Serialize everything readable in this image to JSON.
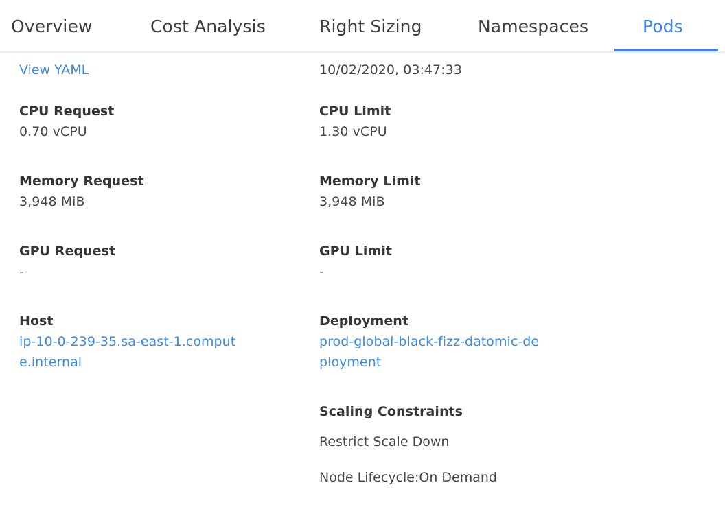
{
  "tabs": [
    {
      "label": "Overview",
      "active": false
    },
    {
      "label": "Cost Analysis",
      "active": false
    },
    {
      "label": "Right Sizing",
      "active": false
    },
    {
      "label": "Namespaces",
      "active": false
    },
    {
      "label": "Pods",
      "active": true
    }
  ],
  "colors": {
    "accent": "#3b82ef",
    "link": "#3f8ae0",
    "label_text": "#35383b",
    "value_text": "#45484b",
    "divider": "#eceded",
    "background": "#ffffff"
  },
  "details": {
    "view_yaml_link": "View YAML",
    "timestamp": "10/02/2020, 03:47:33",
    "cpu_request": {
      "label": "CPU Request",
      "value": "0.70 vCPU"
    },
    "cpu_limit": {
      "label": "CPU Limit",
      "value": "1.30 vCPU"
    },
    "memory_request": {
      "label": "Memory Request",
      "value": "3,948 MiB"
    },
    "memory_limit": {
      "label": "Memory Limit",
      "value": "3,948 MiB"
    },
    "gpu_request": {
      "label": "GPU Request",
      "value": "-"
    },
    "gpu_limit": {
      "label": "GPU Limit",
      "value": "-"
    },
    "host": {
      "label": "Host",
      "value": "ip-10-0-239-35.sa-east-1.compute.internal"
    },
    "deployment": {
      "label": "Deployment",
      "value": "prod-global-black-fizz-datomic-deployment"
    },
    "scaling_constraints": {
      "label": "Scaling Constraints",
      "items": [
        "Restrict Scale Down",
        "Node Lifecycle:On Demand"
      ]
    }
  }
}
